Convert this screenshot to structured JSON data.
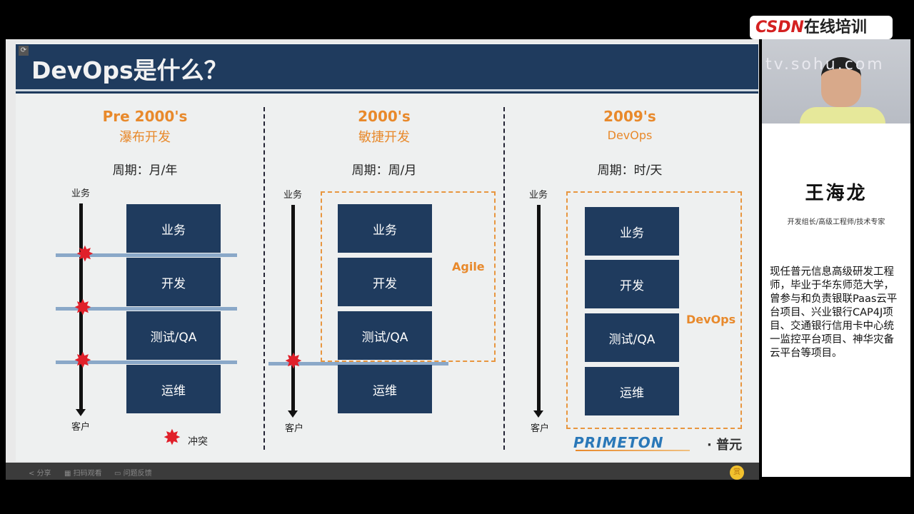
{
  "slide": {
    "title": "DevOps是什么？",
    "columns": [
      {
        "era": "Pre 2000's",
        "method": "瀑布开发",
        "cycle": "周期：月/年",
        "top_label": "业务",
        "bottom_label": "客户",
        "stages": [
          "业务",
          "开发",
          "测试/QA",
          "运维"
        ]
      },
      {
        "era": "2000's",
        "method": "敏捷开发",
        "cycle": "周期：周/月",
        "top_label": "业务",
        "bottom_label": "客户",
        "stages": [
          "业务",
          "开发",
          "测试/QA",
          "运维"
        ],
        "group_label": "Agile"
      },
      {
        "era": "2009's",
        "method": "DevOps",
        "cycle": "周期：时/天",
        "top_label": "业务",
        "bottom_label": "客户",
        "stages": [
          "业务",
          "开发",
          "测试/QA",
          "运维"
        ],
        "group_label": "DevOps"
      }
    ],
    "legend": {
      "label": "冲突",
      "icon": "conflict-splat-icon",
      "color": "#e0202a"
    },
    "logo": {
      "text": "PRIMETON",
      "cn": "· 普元"
    },
    "colors": {
      "navy": "#1f3b5e",
      "orange": "#e8892b"
    }
  },
  "toolbar": {
    "share": "分享",
    "scan": "扫码观看",
    "feedback": "问题反馈",
    "reward": "赏"
  },
  "brand": {
    "csdn": "CSDN",
    "csdn_suffix": "在线培训",
    "watermark": "tv.sohu.com"
  },
  "speaker": {
    "name": "王海龙",
    "role": "开发组长/高级工程师/技术专家",
    "bio": "现任普元信息高级研发工程师，毕业于华东师范大学，曾参与和负责银联Paas云平台项目、兴业银行CAP4J项目、交通银行信用卡中心统一监控平台项目、神华灾备云平台等项目。"
  }
}
